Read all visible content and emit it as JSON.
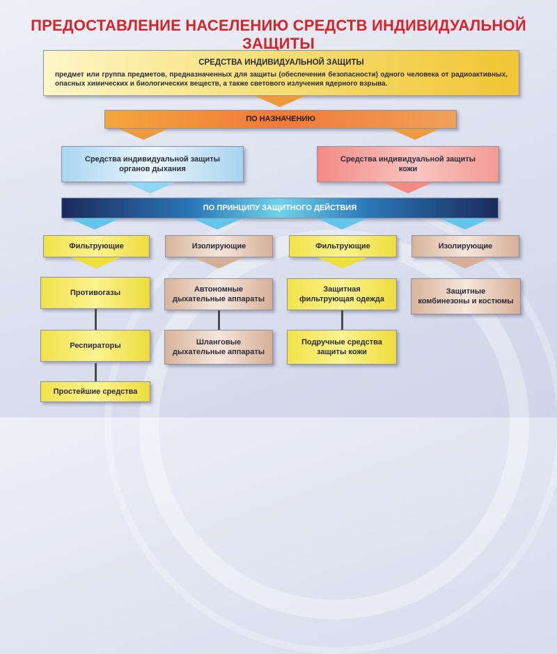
{
  "title": "ПРЕДОСТАВЛЕНИЕ НАСЕЛЕНИЮ СРЕДСТВ ИНДИВИДУАЛЬНОЙ ЗАЩИТЫ",
  "definition": {
    "heading": "СРЕДСТВА ИНДИВИДУАЛЬНОЙ ЗАЩИТЫ",
    "text": "предмет или группа предметов, предназначенных для защиты (обеспечения безопасности) одного человека от радиоактивных, опасных химических и биологических веществ, а также светового излучения ядерного взрыва."
  },
  "by_purpose": "ПО НАЗНАЧЕНИЮ",
  "categories": {
    "respiratory": [
      "Средства индивидуальной защиты",
      "органов дыхания"
    ],
    "skin": [
      "Средства индивидуальной защиты",
      "кожи"
    ]
  },
  "by_principle": "ПО ПРИНЦИПУ ЗАЩИТНОГО ДЕЙСТВИЯ",
  "types": [
    "Фильтрующие",
    "Изолирующие",
    "Фильтрующие",
    "Изолирующие"
  ],
  "items": {
    "col1": [
      "Противогазы",
      "Респираторы",
      "Простейшие средства"
    ],
    "col2": [
      [
        "Автономные",
        "дыхательные аппараты"
      ],
      [
        "Шланговые",
        "дыхательные аппараты"
      ]
    ],
    "col3": [
      [
        "Защитная",
        "фильтрующая одежда"
      ],
      [
        "Подручные средства",
        "защиты кожи"
      ]
    ],
    "col4": [
      [
        "Защитные",
        "комбинезоны и костюмы"
      ]
    ]
  }
}
